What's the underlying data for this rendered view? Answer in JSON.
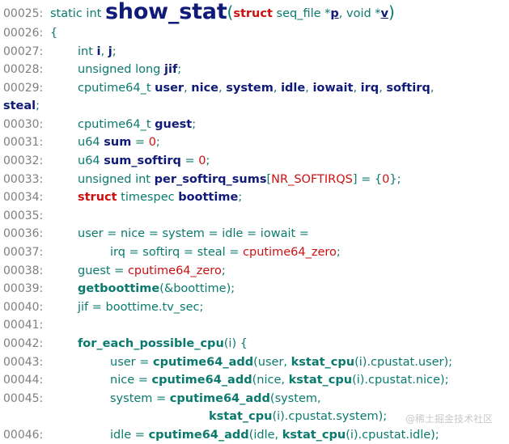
{
  "lines": [
    {
      "n": "00025:",
      "indent": 0,
      "tokens": [
        {
          "t": "static int ",
          "c": "plain"
        },
        {
          "t": "show_stat",
          "c": "fn"
        },
        {
          "t": "(",
          "c": "bigp"
        },
        {
          "t": "struct",
          "c": "kw"
        },
        {
          "t": " seq_file *",
          "c": "plain"
        },
        {
          "t": "p",
          "c": "par"
        },
        {
          "t": ", void *",
          "c": "plain"
        },
        {
          "t": "v",
          "c": "par"
        },
        {
          "t": ")",
          "c": "bigp"
        }
      ]
    },
    {
      "n": "00026:",
      "indent": 0,
      "tokens": [
        {
          "t": "{",
          "c": "plain"
        }
      ]
    },
    {
      "n": "00027:",
      "indent": 1,
      "tokens": [
        {
          "t": "int ",
          "c": "plain"
        },
        {
          "t": "i",
          "c": "id"
        },
        {
          "t": ", ",
          "c": "plain"
        },
        {
          "t": "j",
          "c": "id"
        },
        {
          "t": ";",
          "c": "plain"
        }
      ]
    },
    {
      "n": "00028:",
      "indent": 1,
      "tokens": [
        {
          "t": "unsigned long ",
          "c": "plain"
        },
        {
          "t": "jif",
          "c": "id"
        },
        {
          "t": ";",
          "c": "plain"
        }
      ]
    },
    {
      "n": "00029:",
      "indent": 1,
      "tokens": [
        {
          "t": "cputime64_t ",
          "c": "plain"
        },
        {
          "t": "user",
          "c": "id"
        },
        {
          "t": ", ",
          "c": "plain"
        },
        {
          "t": "nice",
          "c": "id"
        },
        {
          "t": ", ",
          "c": "plain"
        },
        {
          "t": "system",
          "c": "id"
        },
        {
          "t": ", ",
          "c": "plain"
        },
        {
          "t": "idle",
          "c": "id"
        },
        {
          "t": ", ",
          "c": "plain"
        },
        {
          "t": "iowait",
          "c": "id"
        },
        {
          "t": ", ",
          "c": "plain"
        },
        {
          "t": "irq",
          "c": "id"
        },
        {
          "t": ", ",
          "c": "plain"
        },
        {
          "t": "softirq",
          "c": "id"
        },
        {
          "t": ",",
          "c": "plain"
        }
      ],
      "wrap": [
        {
          "t": "steal",
          "c": "id"
        },
        {
          "t": ";",
          "c": "plain"
        }
      ]
    },
    {
      "n": "00030:",
      "indent": 1,
      "tokens": [
        {
          "t": "cputime64_t ",
          "c": "plain"
        },
        {
          "t": "guest",
          "c": "id"
        },
        {
          "t": ";",
          "c": "plain"
        }
      ]
    },
    {
      "n": "00031:",
      "indent": 1,
      "tokens": [
        {
          "t": "u64 ",
          "c": "plain"
        },
        {
          "t": "sum",
          "c": "id"
        },
        {
          "t": " = ",
          "c": "plain"
        },
        {
          "t": "0",
          "c": "num"
        },
        {
          "t": ";",
          "c": "plain"
        }
      ]
    },
    {
      "n": "00032:",
      "indent": 1,
      "tokens": [
        {
          "t": "u64 ",
          "c": "plain"
        },
        {
          "t": "sum_softirq",
          "c": "id"
        },
        {
          "t": " = ",
          "c": "plain"
        },
        {
          "t": "0",
          "c": "num"
        },
        {
          "t": ";",
          "c": "plain"
        }
      ]
    },
    {
      "n": "00033:",
      "indent": 1,
      "tokens": [
        {
          "t": "unsigned int ",
          "c": "plain"
        },
        {
          "t": "per_softirq_sums",
          "c": "id"
        },
        {
          "t": "[",
          "c": "plain"
        },
        {
          "t": "NR_SOFTIRQS",
          "c": "mac"
        },
        {
          "t": "] = {",
          "c": "plain"
        },
        {
          "t": "0",
          "c": "num"
        },
        {
          "t": "};",
          "c": "plain"
        }
      ]
    },
    {
      "n": "00034:",
      "indent": 1,
      "tokens": [
        {
          "t": "struct",
          "c": "kw"
        },
        {
          "t": " timespec ",
          "c": "plain"
        },
        {
          "t": "boottime",
          "c": "id"
        },
        {
          "t": ";",
          "c": "plain"
        }
      ]
    },
    {
      "n": "00035:",
      "indent": 0,
      "tokens": []
    },
    {
      "n": "00036:",
      "indent": 1,
      "tokens": [
        {
          "t": "user = nice = system = idle = iowait =",
          "c": "plain"
        }
      ]
    },
    {
      "n": "00037:",
      "indent": 2,
      "tokens": [
        {
          "t": "irq = softirq = steal = ",
          "c": "plain"
        },
        {
          "t": "cputime64_zero",
          "c": "mac"
        },
        {
          "t": ";",
          "c": "plain"
        }
      ]
    },
    {
      "n": "00038:",
      "indent": 1,
      "tokens": [
        {
          "t": "guest = ",
          "c": "plain"
        },
        {
          "t": "cputime64_zero",
          "c": "mac"
        },
        {
          "t": ";",
          "c": "plain"
        }
      ]
    },
    {
      "n": "00039:",
      "indent": 1,
      "tokens": [
        {
          "t": "getboottime",
          "c": "call"
        },
        {
          "t": "(&boottime);",
          "c": "plain"
        }
      ]
    },
    {
      "n": "00040:",
      "indent": 1,
      "tokens": [
        {
          "t": "jif = boottime.tv_sec;",
          "c": "plain"
        }
      ]
    },
    {
      "n": "00041:",
      "indent": 0,
      "tokens": []
    },
    {
      "n": "00042:",
      "indent": 1,
      "tokens": [
        {
          "t": "for_each_possible_cpu",
          "c": "call"
        },
        {
          "t": "(i) {",
          "c": "plain"
        }
      ]
    },
    {
      "n": "00043:",
      "indent": 2,
      "tokens": [
        {
          "t": "user = ",
          "c": "plain"
        },
        {
          "t": "cputime64_add",
          "c": "call"
        },
        {
          "t": "(user, ",
          "c": "plain"
        },
        {
          "t": "kstat_cpu",
          "c": "call"
        },
        {
          "t": "(i).cpustat.user);",
          "c": "plain"
        }
      ]
    },
    {
      "n": "00044:",
      "indent": 2,
      "tokens": [
        {
          "t": "nice = ",
          "c": "plain"
        },
        {
          "t": "cputime64_add",
          "c": "call"
        },
        {
          "t": "(nice, ",
          "c": "plain"
        },
        {
          "t": "kstat_cpu",
          "c": "call"
        },
        {
          "t": "(i).cpustat.nice);",
          "c": "plain"
        }
      ]
    },
    {
      "n": "00045:",
      "indent": 2,
      "tokens": [
        {
          "t": "system = ",
          "c": "plain"
        },
        {
          "t": "cputime64_add",
          "c": "call"
        },
        {
          "t": "(system,",
          "c": "plain"
        }
      ]
    },
    {
      "n": "",
      "indent": 3,
      "tokens": [
        {
          "t": "kstat_cpu",
          "c": "call"
        },
        {
          "t": "(i).cpustat.system);",
          "c": "plain"
        }
      ]
    },
    {
      "n": "00046:",
      "indent": 2,
      "tokens": [
        {
          "t": "idle = ",
          "c": "plain"
        },
        {
          "t": "cputime64_add",
          "c": "call"
        },
        {
          "t": "(idle, ",
          "c": "plain"
        },
        {
          "t": "kstat_cpu",
          "c": "call"
        },
        {
          "t": "(i).cpustat.idle);",
          "c": "plain"
        }
      ]
    }
  ],
  "watermark": "@稀土掘金技术社区"
}
